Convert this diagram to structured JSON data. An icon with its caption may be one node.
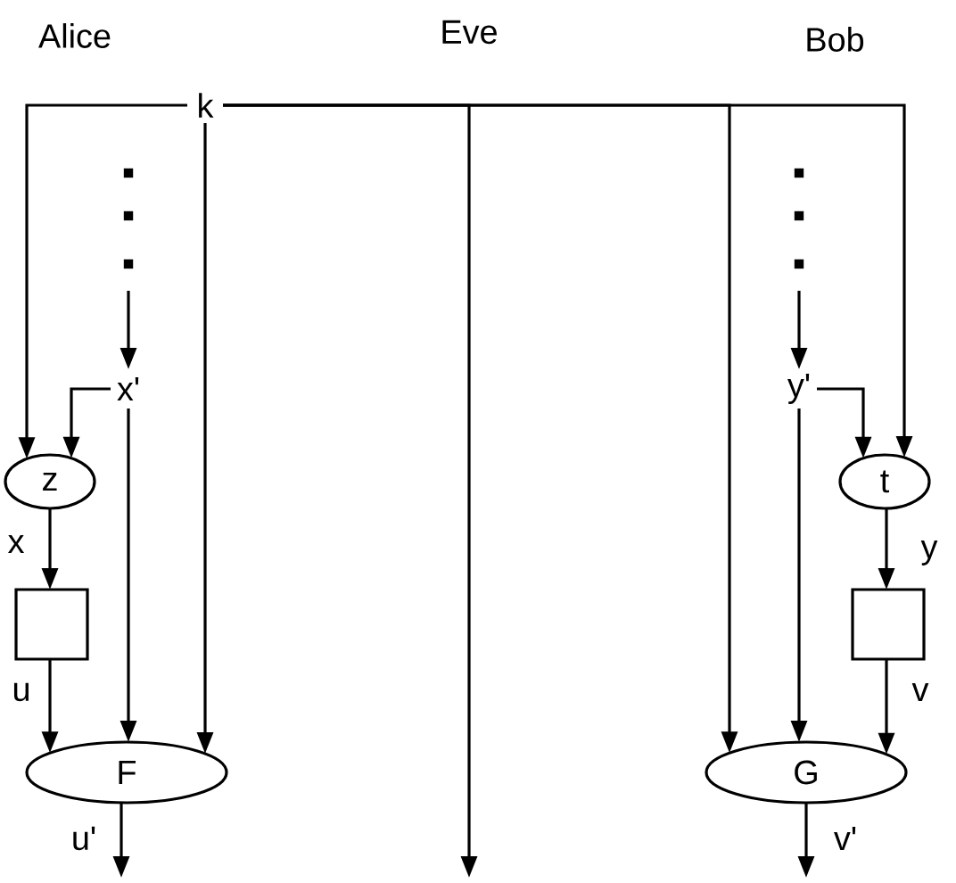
{
  "diagram": {
    "nodes": [
      {
        "text": [
          "k"
        ]
      },
      {
        "text": [
          "x'"
        ]
      },
      {
        "text": [
          "y'"
        ]
      },
      {
        "text": [
          "z"
        ]
      },
      {
        "text": [
          "t"
        ]
      },
      {
        "text": [],
        "shape": "box"
      },
      {
        "text": [],
        "shape": "box"
      },
      {
        "text": [
          "F"
        ]
      },
      {
        "text": [
          "G"
        ]
      }
    ],
    "edges": [
      {
        "from": 0,
        "to": 3,
        "arrow": "to"
      },
      {
        "from": 0,
        "to": 7,
        "arrow": "to"
      },
      {
        "from": 0,
        "to": null,
        "arrow": "to"
      },
      {
        "from": 0,
        "to": 8,
        "arrow": "to"
      },
      {
        "from": 0,
        "to": 4,
        "arrow": "to"
      },
      {
        "from": null,
        "to": 1,
        "arrow": "to"
      },
      {
        "from": 1,
        "to": 3,
        "arrow": "to"
      },
      {
        "from": 1,
        "to": 7,
        "arrow": "to"
      },
      {
        "from": 3,
        "to": 5,
        "arrow": "to",
        "label": "x"
      },
      {
        "from": 5,
        "to": 7,
        "arrow": "to",
        "label": "u"
      },
      {
        "from": 7,
        "to": null,
        "arrow": "to",
        "label": "u'"
      },
      {
        "from": null,
        "to": 2,
        "arrow": "to"
      },
      {
        "from": 2,
        "to": 4,
        "arrow": "to"
      },
      {
        "from": 2,
        "to": 8,
        "arrow": "to"
      },
      {
        "from": 4,
        "to": 6,
        "arrow": "to",
        "label": "y"
      },
      {
        "from": 6,
        "to": 8,
        "arrow": "to",
        "label": "v"
      },
      {
        "from": 8,
        "to": null,
        "arrow": "to",
        "label": "v'"
      }
    ],
    "labels": [
      "Alice",
      "Eve",
      "Bob"
    ]
  }
}
